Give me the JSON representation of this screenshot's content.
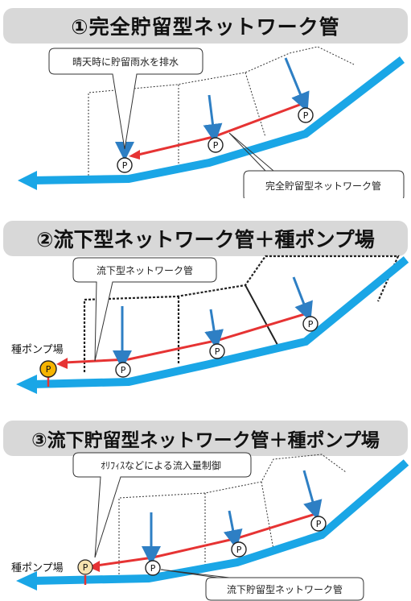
{
  "panels": [
    {
      "title": "①完全貯留型ネットワーク管",
      "callouts": [
        "晴天時に貯留雨水を排水",
        "完全貯留型ネットワーク管"
      ],
      "pump_station_label": "",
      "pump_marker": "P"
    },
    {
      "title": "②流下型ネットワーク管＋種ポンプ場",
      "callouts": [
        "流下型ネットワーク管"
      ],
      "pump_station_label": "種ポンプ場",
      "pump_marker": "P"
    },
    {
      "title": "③流下貯留型ネットワーク管＋種ポンプ場",
      "callouts": [
        "ｵﾘﾌｨｽなどによる流入量制御",
        "流下貯留型ネットワーク管"
      ],
      "pump_station_label": "種ポンプ場",
      "pump_marker": "P"
    }
  ],
  "colors": {
    "main_pipe": "#1aa6e6",
    "network_pipe": "#e63333",
    "inflow_arrow": "#2e7fc4",
    "title_bg": "#d8d8d8",
    "pump_station": "#f6b400"
  }
}
